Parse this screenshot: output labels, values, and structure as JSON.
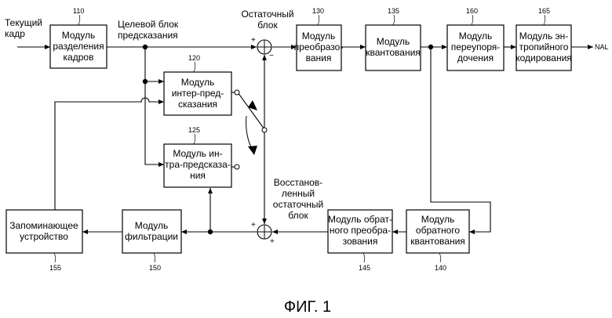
{
  "blocks": {
    "b110": {
      "ref": "110",
      "lines": [
        "Модуль",
        "разделения",
        "кадров"
      ]
    },
    "b120": {
      "ref": "120",
      "lines": [
        "Модуль",
        "интер-пред-",
        "сказания"
      ]
    },
    "b125": {
      "ref": "125",
      "lines": [
        "Модуль ин-",
        "тра-предсказа-",
        "ния"
      ]
    },
    "b130": {
      "ref": "130",
      "lines": [
        "Модуль",
        "преобразо-",
        "вания"
      ]
    },
    "b135": {
      "ref": "135",
      "lines": [
        "Модуль",
        "квантования"
      ]
    },
    "b160": {
      "ref": "160",
      "lines": [
        "Модуль",
        "переупоря-",
        "дочения"
      ]
    },
    "b165": {
      "ref": "165",
      "lines": [
        "Модуль эн-",
        "тропийного",
        "кодирования"
      ]
    },
    "b140": {
      "ref": "140",
      "lines": [
        "Модуль",
        "обратного",
        "квантования"
      ]
    },
    "b145": {
      "ref": "145",
      "lines": [
        "Модуль обрат-",
        "ного преобра-",
        "зования"
      ]
    },
    "b150": {
      "ref": "150",
      "lines": [
        "Модуль",
        "фильтрации"
      ]
    },
    "b155": {
      "ref": "155",
      "lines": [
        "Запоминающее",
        "устройство"
      ]
    }
  },
  "labels": {
    "input": [
      "Текущий",
      "кадр"
    ],
    "target": [
      "Целевой блок",
      "предсказания"
    ],
    "residual": [
      "Остаточный",
      "блок"
    ],
    "reconstructed": [
      "Восстанов-",
      "ленный",
      "остаточный",
      "блок"
    ],
    "output": "NAL"
  },
  "signs": {
    "top_plus": "+",
    "top_minus": "−",
    "bottom_plus_left": "+",
    "bottom_plus_right": "+"
  },
  "figure_caption": "ФИГ. 1"
}
